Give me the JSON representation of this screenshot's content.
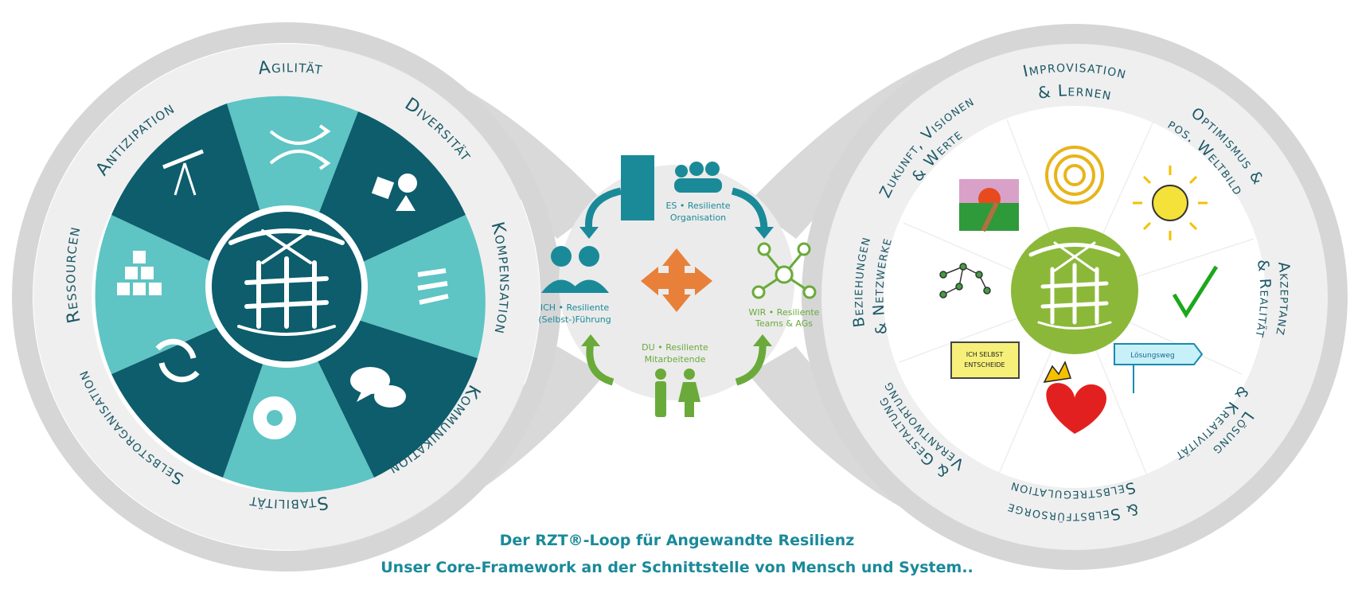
{
  "left_loop": {
    "segments": [
      "Agilität",
      "Diversität",
      "Kompensation",
      "Kommunikation",
      "Stabilität",
      "Selbstorganisation",
      "Ressourcen",
      "Antizipation"
    ],
    "icons": [
      "arrows-icon",
      "shapes-icon",
      "compensation-icon",
      "speech-bubbles-icon",
      "gear-icon",
      "refresh-icon",
      "boxes-icon",
      "telescope-icon",
      "house-logo-icon"
    ]
  },
  "right_loop": {
    "labels": {
      "improv_1": "Improvisation",
      "improv_2": "& Lernen",
      "optim_1": "Optimismus &",
      "optim_2": "pos. Weltbild",
      "akzept_1": "Akzeptanz",
      "akzept_2": "& Realität",
      "loesung_1": "Lösung",
      "loesung_2": "& Kreativität",
      "selbst_1": "Selbstregulation",
      "selbst_2": "& Selbstfürsorge",
      "verant_1": "Verantwortung",
      "verant_2": "& Gestaltung",
      "bezieh_1": "Beziehungen",
      "bezieh_2": "& Netzwerke",
      "zukunft_1": "Zukunft, Visionen",
      "zukunft_2": "& Werte"
    },
    "sign_text_1": "ICH SELBST",
    "sign_text_2": "ENTSCHEIDE",
    "post_sign_text": "Lösungsweg"
  },
  "hub": {
    "es": {
      "title": "ES",
      "sub1": "Resiliente",
      "sub2": "Organisation"
    },
    "ich": {
      "title": "ICH",
      "sub1": "Resiliente",
      "sub2": "(Selbst-)Führung"
    },
    "wir": {
      "title": "WIR",
      "sub1": "Resiliente",
      "sub2": "Teams & AGs"
    },
    "du": {
      "title": "DU",
      "sub1": "Resiliente",
      "sub2": "Mitarbeitende"
    }
  },
  "caption": {
    "line1": "Der RZT®-Loop für Angewandte Resilienz",
    "line2": "Unser Core-Framework an der Schnittstelle von Mensch und System.."
  },
  "colors": {
    "teal_dark": "#0d5d6c",
    "teal_light": "#5ec4c4",
    "green": "#8cb83a",
    "orange": "#e8803a",
    "hub_teal": "#1a8a99",
    "hub_green": "#6aaa3a",
    "loop_gray": "#cfcfcf"
  }
}
